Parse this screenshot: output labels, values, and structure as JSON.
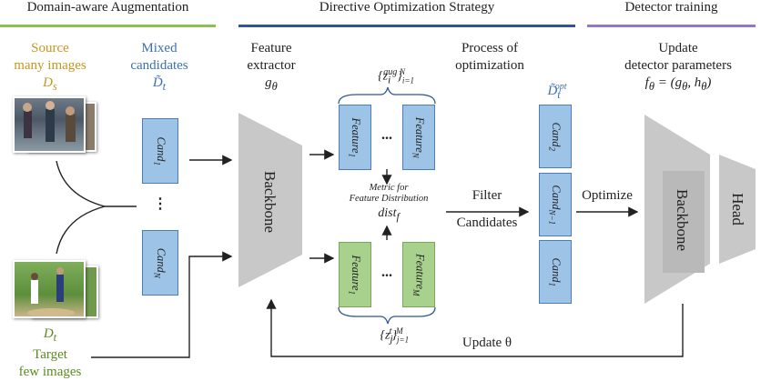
{
  "sections": {
    "augmentation": "Domain-aware Augmentation",
    "optimization": "Directive Optimization Strategy",
    "detector": "Detector training"
  },
  "source": {
    "label_1": "Source",
    "label_2": "many images",
    "symbol": "D",
    "sub": "s"
  },
  "target": {
    "symbol": "D",
    "sub": "t",
    "label_1": "Target",
    "label_2": "few images"
  },
  "mixed": {
    "label_1": "Mixed",
    "label_2": "candidates",
    "symbol": "D̃",
    "sub": "t"
  },
  "candidates_column": {
    "top": "Cand",
    "top_sub": "1",
    "dots": "⋮",
    "bottom": "Cand",
    "bottom_sub": "N"
  },
  "feature_extractor": {
    "label_1": "Feature",
    "label_2": "extractor",
    "symbol": "g",
    "sub": "θ"
  },
  "backbone_label": "Backbone",
  "aug_set": {
    "text": "{z",
    "sub": "i",
    "sup": "aug",
    "close": "}",
    "range_sub": "i=1",
    "range_sup": "N"
  },
  "target_set": {
    "text": "{z",
    "sub": "j",
    "sup": "t",
    "close": "}",
    "range_sub": "j=1",
    "range_sup": "M"
  },
  "features_top": {
    "first": "Feature",
    "first_sub": "1",
    "dots": "...",
    "last": "Feature",
    "last_sub": "N"
  },
  "features_bottom": {
    "first": "Feature",
    "first_sub": "1",
    "dots": "...",
    "last": "Feature",
    "last_sub": "M"
  },
  "process": {
    "label_1": "Process of",
    "label_2": "optimization"
  },
  "metric": {
    "label_1": "Metric for",
    "label_2": "Feature Distribution",
    "symbol": "dist",
    "sub": "f"
  },
  "filter": {
    "label_1": "Filter",
    "label_2": "Candidates"
  },
  "optimal": {
    "symbol": "D̃",
    "sub": "t",
    "sup": "opt"
  },
  "optimal_cands": [
    {
      "text": "Cand",
      "sub": "2"
    },
    {
      "text": "Cand",
      "sub": "N−1"
    },
    {
      "text": "Cand",
      "sub": "1"
    }
  ],
  "optimize_label": "Optimize",
  "update_params": {
    "label_1": "Update",
    "label_2": "detector parameters",
    "formula": "f",
    "formula_sub": "θ",
    "formula_rest": " = (g",
    "g_sub": "θ",
    "mid": ", h",
    "h_sub": "θ",
    "end": ")"
  },
  "detector": {
    "backbone": "Backbone",
    "head": "Head"
  },
  "update_theta": "Update θ",
  "colors": {
    "accent_green": "#8bc34a",
    "accent_blue": "#2f5597",
    "accent_purple": "#9575cd",
    "cand_blue": "#9dc3e6",
    "feat_green": "#a9d18e",
    "gray": "#c8c8c8"
  }
}
